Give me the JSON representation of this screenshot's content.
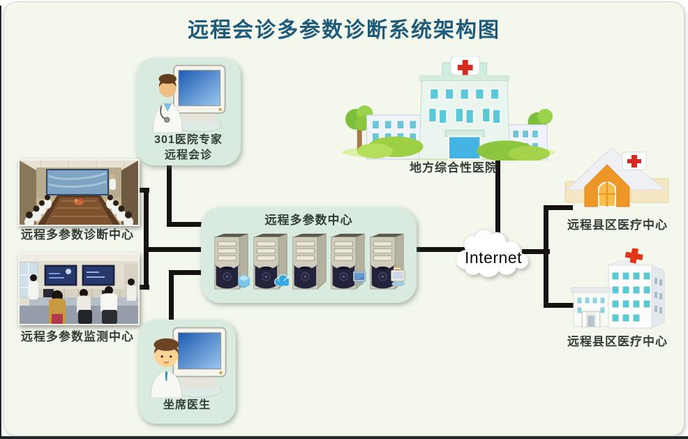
{
  "title": "远程会诊多参数诊断系统架构图",
  "nodes": {
    "expert": {
      "line1": "301医院专家",
      "line2": "远程会诊"
    },
    "diagnosis": {
      "label": "远程多参数诊断中心"
    },
    "monitoring": {
      "label": "远程多参数监测中心"
    },
    "center": {
      "label": "远程多参数中心"
    },
    "hospital": {
      "label": "地方综合性医院"
    },
    "internet": {
      "label": "Internet"
    },
    "county_clinic": {
      "label": "远程县区医疗中心"
    },
    "county_hospital": {
      "label": "远程县区医疗中心"
    },
    "agent": {
      "label": "坐席医生"
    }
  },
  "colors": {
    "title_text": "#1e5b7a",
    "label_text": "#343d36",
    "connector_line": "#151210",
    "node_background": "#d9ebde",
    "panel_background": "#f3f7ec",
    "cross_red": "#d42a20",
    "clinic_orange": "#ef9726",
    "window_teal": "#5bc8d8",
    "screen_blue": "#2e6fc2"
  }
}
